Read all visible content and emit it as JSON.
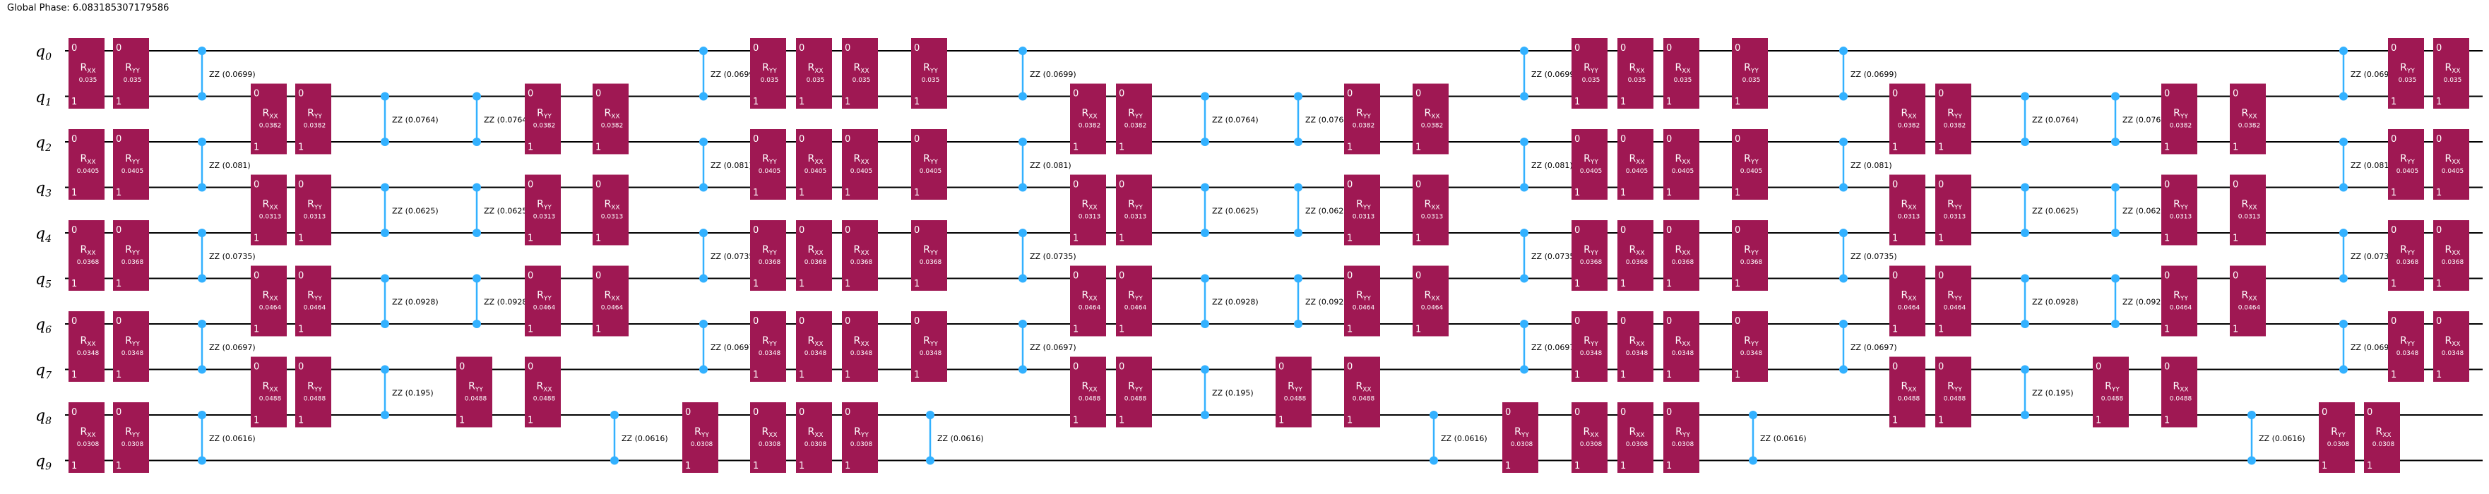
{
  "global_phase": "Global Phase: 6.083185307179586",
  "qubits": [
    "q0",
    "q1",
    "q2",
    "q3",
    "q4",
    "q5",
    "q6",
    "q7",
    "q8",
    "q9"
  ],
  "rxx_params": [
    "0.035",
    "0.0382",
    "0.0405",
    "0.0313",
    "0.0368",
    "0.0464",
    "0.0348",
    "0.0488",
    "0.0308"
  ],
  "zz_pair_a": [
    "0.0699",
    "0.081",
    "0.0735",
    "0.0697",
    "0.0616"
  ],
  "zz_pair_b": [
    "0.0764",
    "0.0625",
    "0.0928",
    "0.195"
  ],
  "zz_pair_b_truncated": [
    "0.0764",
    "0.0625",
    "0.0928",
    "0.195"
  ],
  "gate_names": {
    "rxx": "XX",
    "ryy": "YY",
    "zz_prefix": "ZZ"
  },
  "colors": {
    "gate": "#9f1853",
    "zz": "#33b1ff",
    "wire": "#000000"
  }
}
